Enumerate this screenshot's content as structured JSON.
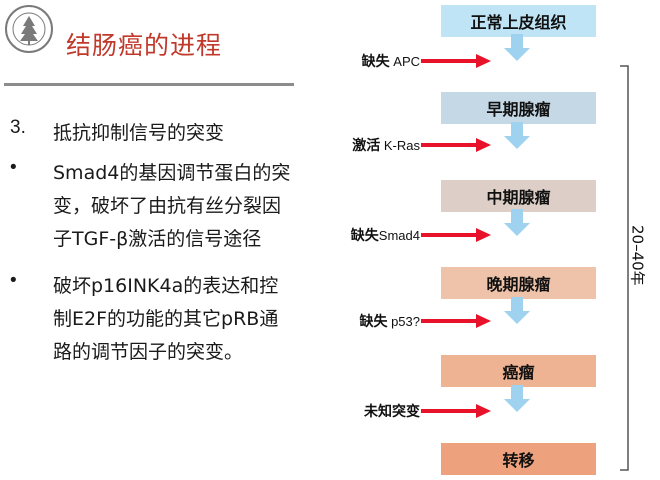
{
  "slide": {
    "title": "结肠癌的进程"
  },
  "bullets": [
    {
      "marker": "3.",
      "lines": [
        "抵抗抑制信号的突变"
      ]
    },
    {
      "marker": "•",
      "lines": [
        "Smad4的基因调节蛋白的突",
        "变，破坏了由抗有丝分裂因",
        "子TGF-β激活的信号途径"
      ]
    },
    {
      "marker": "•",
      "lines": [
        "破坏p16INK4a的表达和控",
        "制E2F的功能的其它pRB通",
        "路的调节因子的突变。"
      ]
    }
  ],
  "diagram": {
    "stages": [
      {
        "label": "正常上皮组织",
        "color": "#bfe4f6"
      },
      {
        "label": "早期腺瘤",
        "color": "#c5d8e6"
      },
      {
        "label": "中期腺瘤",
        "color": "#ddcfc7"
      },
      {
        "label": "晚期腺瘤",
        "color": "#efc3a9"
      },
      {
        "label": "癌瘤",
        "color": "#eeb393"
      },
      {
        "label": "转移",
        "color": "#eda27d"
      }
    ],
    "events": [
      {
        "zh": "缺失",
        "en": " APC"
      },
      {
        "zh": "激活",
        "en": " K-Ras"
      },
      {
        "zh": "缺失",
        "en": "Smad4"
      },
      {
        "zh": "缺失",
        "en": " p53?"
      },
      {
        "zh": "未知突变",
        "en": ""
      }
    ],
    "timespan": "20–40年",
    "colors": {
      "event_arrow": "#e8132b",
      "stage_arrow": "#9fd2ef"
    }
  }
}
